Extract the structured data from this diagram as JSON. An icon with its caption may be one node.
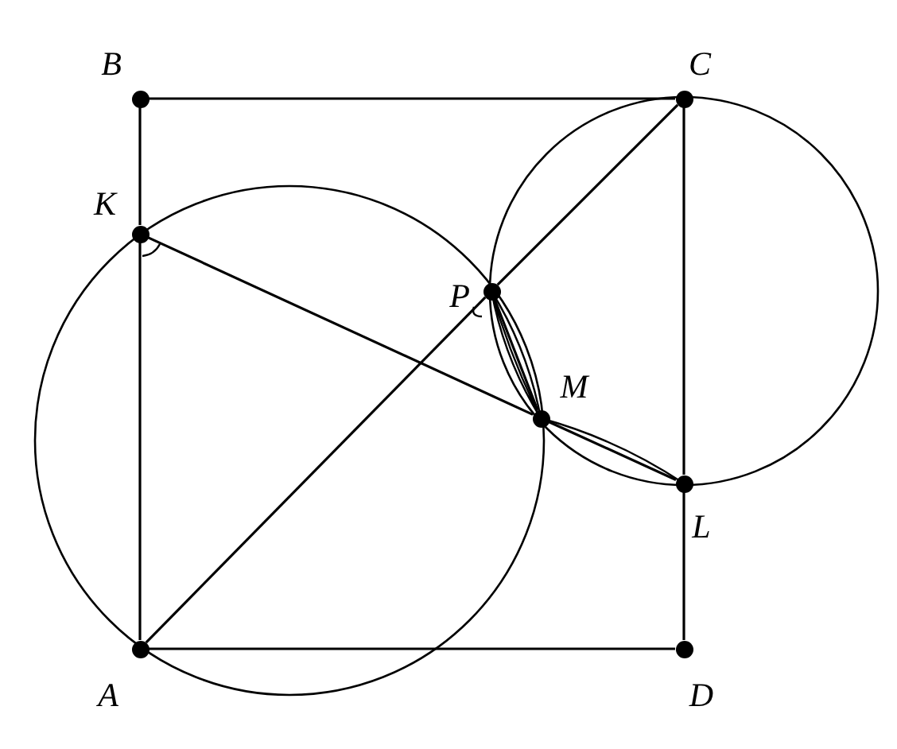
{
  "diagram": {
    "nodes": [
      {
        "text": [
          "B"
        ]
      },
      {
        "text": [
          "C"
        ]
      },
      {
        "text": [
          "K"
        ]
      },
      {
        "text": [
          "P"
        ]
      },
      {
        "text": [
          "M"
        ]
      },
      {
        "text": [
          "L"
        ]
      },
      {
        "text": [
          "A"
        ]
      },
      {
        "text": [
          "D"
        ]
      }
    ],
    "edges": [
      {
        "from": 0,
        "to": 1,
        "arrow": "none"
      },
      {
        "from": 0,
        "to": 2,
        "arrow": "none"
      },
      {
        "from": 2,
        "to": 6,
        "arrow": "none"
      },
      {
        "from": 6,
        "to": 7,
        "arrow": "none"
      },
      {
        "from": 7,
        "to": 5,
        "arrow": "none"
      },
      {
        "from": 5,
        "to": 1,
        "arrow": "none"
      },
      {
        "from": 6,
        "to": 3,
        "arrow": "none"
      },
      {
        "from": 3,
        "to": 1,
        "arrow": "none"
      },
      {
        "from": 2,
        "to": 4,
        "arrow": "none"
      },
      {
        "from": 4,
        "to": 5,
        "arrow": "none"
      },
      {
        "from": 3,
        "to": 4,
        "arrow": "none"
      }
    ]
  }
}
